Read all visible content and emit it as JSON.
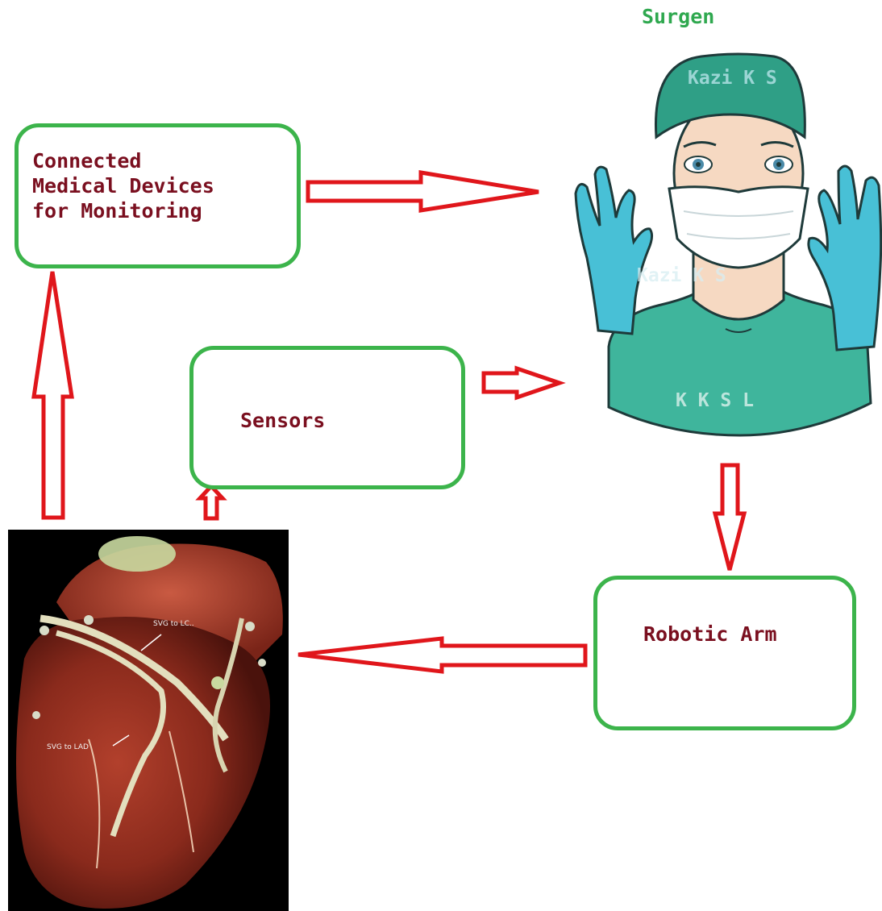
{
  "surgeon": {
    "title": "Surgen",
    "watermark_cap": "Kazi K S",
    "watermark_chin": "Kazi K S",
    "watermark_gown": "K K S L"
  },
  "boxes": {
    "connected_devices": "Connected\nMedical Devices\nfor Monitoring",
    "sensors": "Sensors",
    "robotic_arm": "Robotic Arm"
  },
  "heart": {
    "tag_top": "SVG to LC..",
    "tag_left": "SVG to LAD"
  },
  "colors": {
    "box_border": "#3cb44b",
    "box_text": "#7a0f1f",
    "arrow": "#e0161b",
    "title": "#2fa84f"
  },
  "flows": [
    {
      "from": "connected_devices",
      "to": "surgeon"
    },
    {
      "from": "sensors",
      "to": "surgeon"
    },
    {
      "from": "surgeon",
      "to": "robotic_arm"
    },
    {
      "from": "robotic_arm",
      "to": "heart"
    },
    {
      "from": "heart",
      "to": "connected_devices"
    },
    {
      "from": "heart",
      "to": "sensors"
    }
  ]
}
